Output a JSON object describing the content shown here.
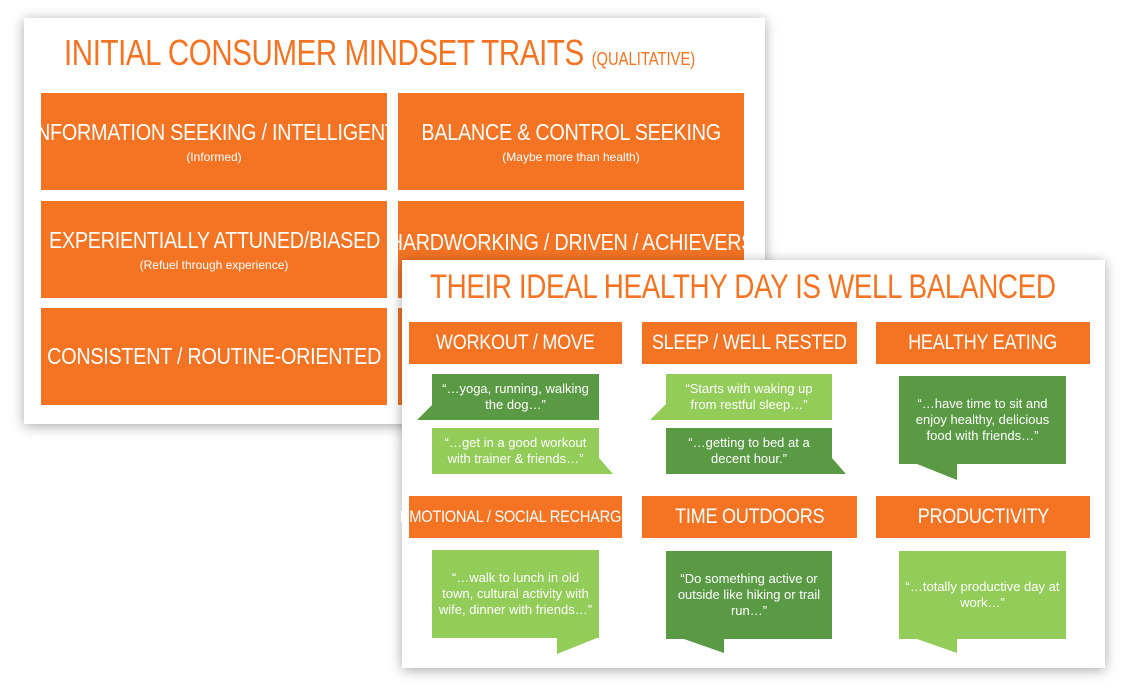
{
  "slide1": {
    "title": "INITIAL CONSUMER MINDSET TRAITS",
    "subtitle": "(QUALITATIVE)",
    "traits": [
      {
        "name": "INFORMATION SEEKING / INTELLIGENT",
        "sub": "(Informed)"
      },
      {
        "name": "BALANCE & CONTROL SEEKING",
        "sub": "(Maybe more than health)"
      },
      {
        "name": "EXPERIENTIALLY ATTUNED/BIASED",
        "sub": "(Refuel through experience)"
      },
      {
        "name": "HARDWORKING / DRIVEN / ACHIEVERS",
        "sub": ""
      },
      {
        "name": "CONSISTENT / ROUTINE-ORIENTED",
        "sub": ""
      }
    ]
  },
  "slide2": {
    "title": "THEIR IDEAL HEALTHY DAY IS WELL BALANCED",
    "categories": [
      "WORKOUT / MOVE",
      "SLEEP / WELL RESTED",
      "HEALTHY EATING",
      "EMOTIONAL / SOCIAL RECHARGE",
      "TIME OUTDOORS",
      "PRODUCTIVITY"
    ],
    "quotes": [
      "“…yoga, running, walking the dog…”",
      "“…get in a good workout with trainer & friends…”",
      "“Starts with waking up from restful sleep…”",
      "“…getting to bed at a decent hour.”",
      "“…have time to sit and enjoy healthy, delicious food with friends…”",
      "“…walk to lunch in old town, cultural activity with wife, dinner with friends…”",
      "“Do something active or outside like hiking or trail run…”",
      "“…totally productive day at work…”"
    ]
  },
  "colors": {
    "orange": "#f47424",
    "dark_green": "#5a9a44",
    "light_green": "#93cc58"
  }
}
